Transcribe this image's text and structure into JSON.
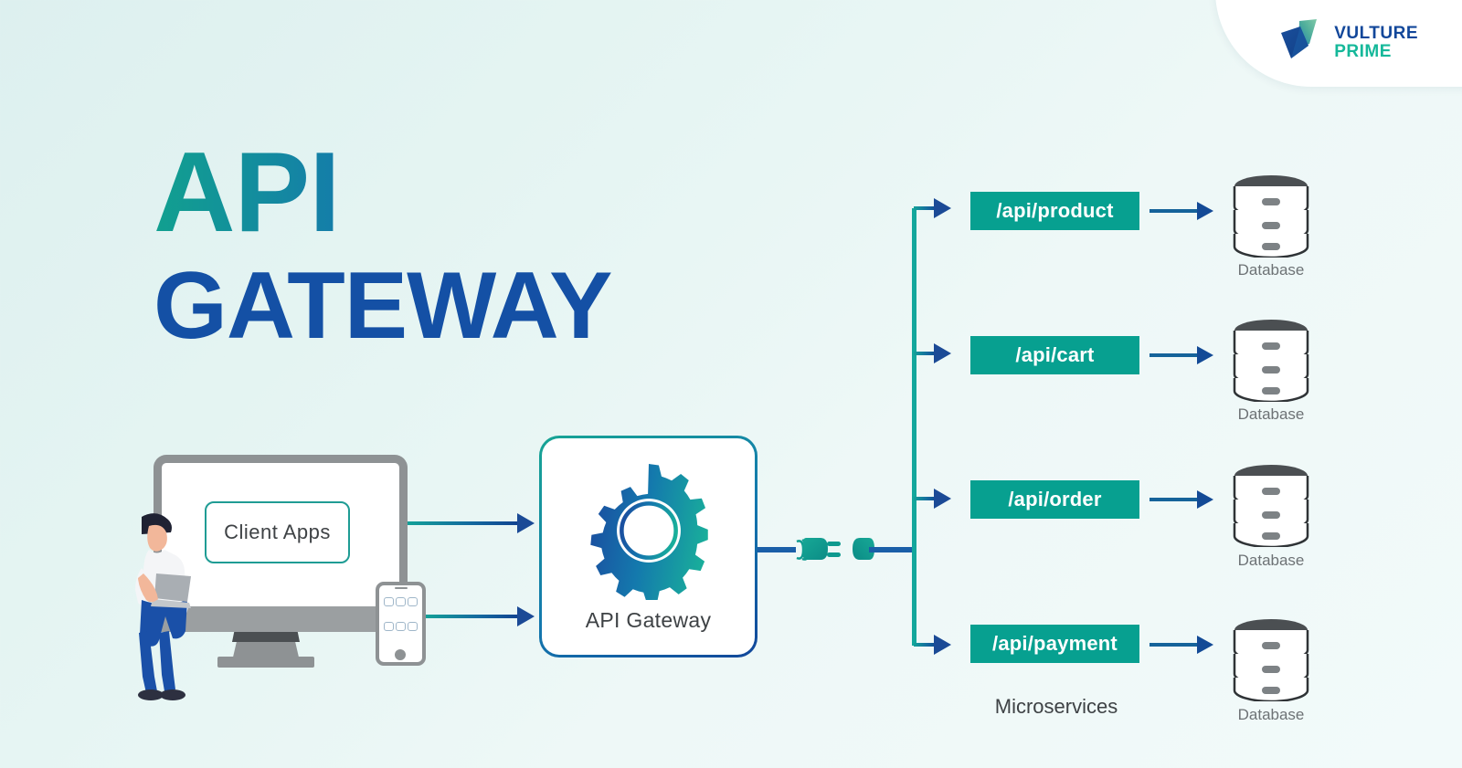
{
  "brand": {
    "logo_icon": "vulture-prime-logo-icon",
    "line1": "VULTURE",
    "line2": "PRIME",
    "color_line1": "#12479a",
    "color_line2": "#15b89a"
  },
  "headline": {
    "line1": "API",
    "line2": "GATEWAY",
    "gradient_from": "#11a08f",
    "gradient_to": "#1350a8"
  },
  "client": {
    "box_label": "Client Apps",
    "monitor_icon": "desktop-monitor-icon",
    "phone_icon": "smartphone-icon",
    "person_icon": "person-with-laptop-icon",
    "border_color": "#1f9c94"
  },
  "gateway": {
    "label": "API Gateway",
    "gear_icon": "gear-icon",
    "gradient_from": "#17a594",
    "gradient_to": "#12479a"
  },
  "connector": {
    "plug_icon": "power-plug-icon",
    "socket_icon": "power-socket-icon",
    "color": "#0f9e90",
    "line_color": "#1a5fa8"
  },
  "microservices": {
    "group_label": "Microservices",
    "box_color": "#07a090",
    "arrow_color": "#134a96",
    "items": [
      {
        "endpoint": "/api/product",
        "db_icon": "database-cylinder-icon",
        "db_label": "Database"
      },
      {
        "endpoint": "/api/cart",
        "db_icon": "database-cylinder-icon",
        "db_label": "Database"
      },
      {
        "endpoint": "/api/order",
        "db_icon": "database-cylinder-icon",
        "db_label": "Database"
      },
      {
        "endpoint": "/api/payment",
        "db_icon": "database-cylinder-icon",
        "db_label": "Database"
      }
    ]
  },
  "background": {
    "from": "#ddf0ef",
    "to": "#f2fafa"
  }
}
